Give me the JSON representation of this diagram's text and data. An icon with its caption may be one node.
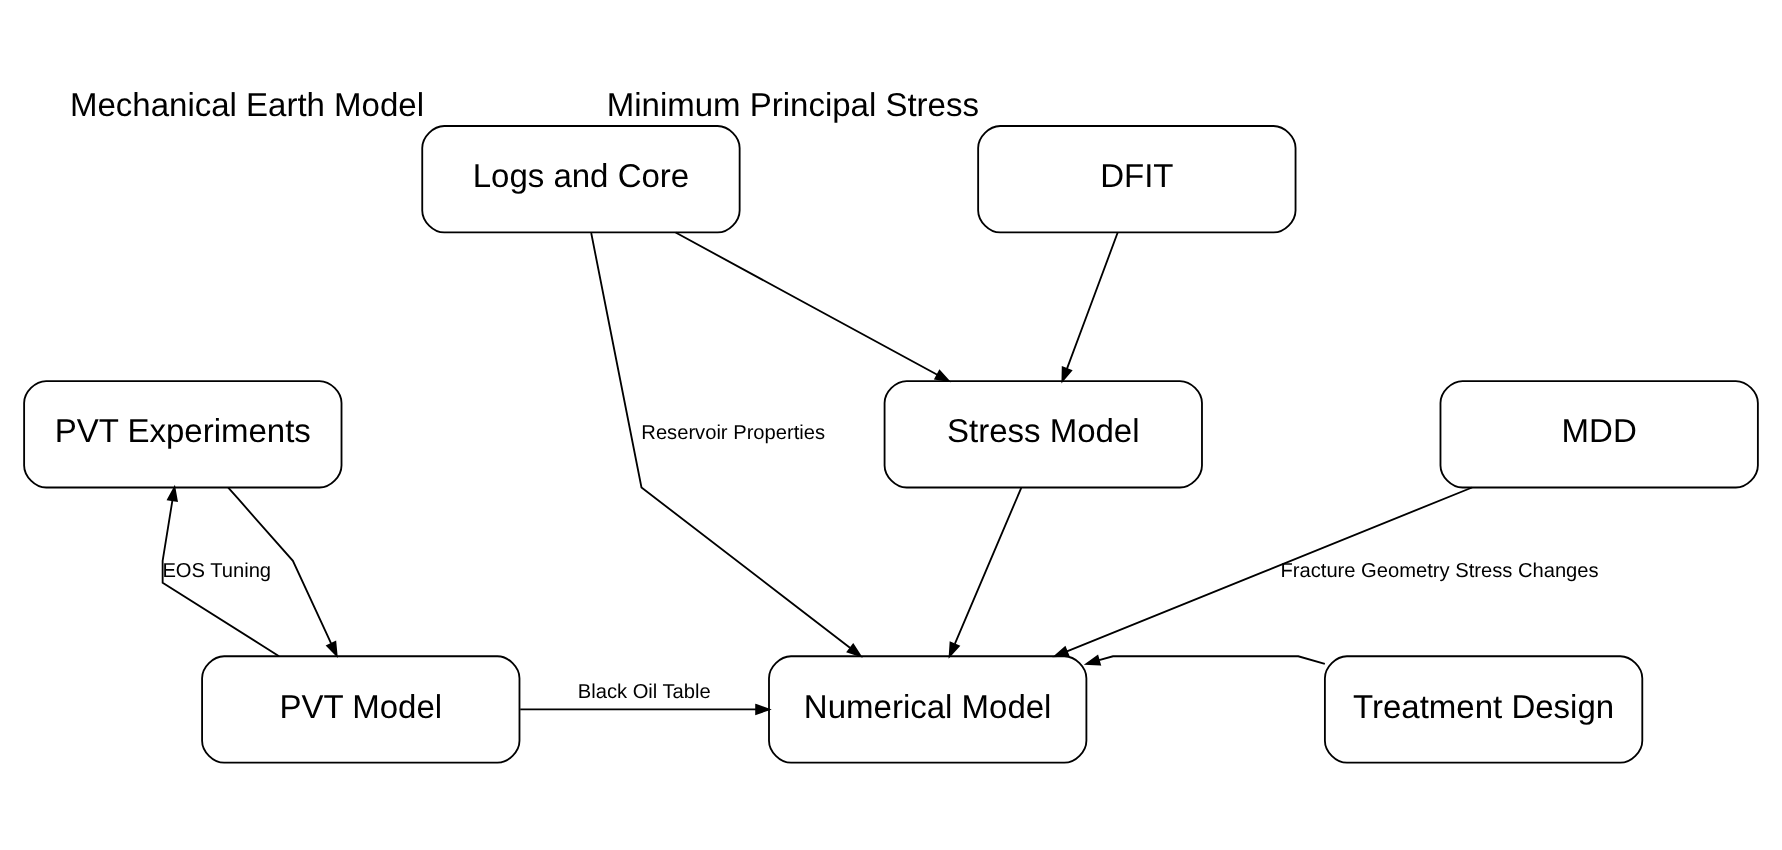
{
  "diagram": {
    "nodes": [
      {
        "text": [
          "Logs and Core"
        ],
        "beside": [
          "Mechanical Earth Model"
        ]
      },
      {
        "text": [
          "DFIT"
        ],
        "beside": [
          "Minimum Principal Stress"
        ]
      },
      {
        "text": [
          "PVT Experiments"
        ]
      },
      {
        "text": [
          "Stress Model"
        ]
      },
      {
        "text": [
          "MDD"
        ]
      },
      {
        "text": [
          "PVT Model"
        ]
      },
      {
        "text": [
          "Numerical Model"
        ]
      },
      {
        "text": [
          "Treatment Design"
        ]
      }
    ],
    "edges": [
      {
        "from": 0,
        "to": 3,
        "arrow": "to"
      },
      {
        "from": 1,
        "to": 3,
        "arrow": "to"
      },
      {
        "from": 0,
        "to": 6,
        "arrow": "to",
        "label": "Reservoir Properties"
      },
      {
        "from": 5,
        "to": 2,
        "arrow": "to",
        "label": "EOS Tuning"
      },
      {
        "from": 2,
        "to": 5,
        "arrow": "to"
      },
      {
        "from": 3,
        "to": 6,
        "arrow": "to"
      },
      {
        "from": 4,
        "to": 6,
        "arrow": "to",
        "label": "Fracture Geometry Stress Changes"
      },
      {
        "from": 5,
        "to": 6,
        "arrow": "to",
        "label": "Black Oil Table"
      },
      {
        "from": 7,
        "to": 6,
        "arrow": "to"
      }
    ]
  }
}
